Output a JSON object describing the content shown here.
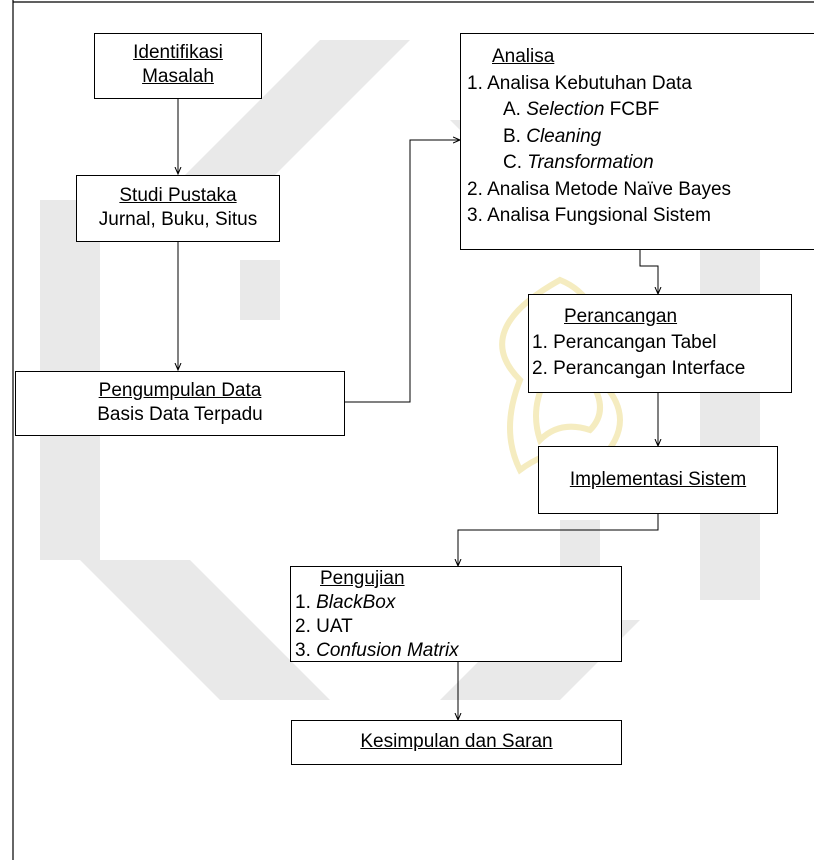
{
  "nodes": {
    "identifikasi": {
      "line1": "Identifikasi",
      "line2": "Masalah"
    },
    "studi": {
      "title": "Studi Pustaka",
      "sub": "Jurnal, Buku, Situs"
    },
    "pengumpulan": {
      "title": "Pengumpulan Data",
      "sub": "Basis Data Terpadu"
    },
    "analisa": {
      "title": "Analisa",
      "item1": "1. Analisa Kebutuhan Data",
      "sub_a_prefix": "A. ",
      "sub_a_italic": "Selection",
      "sub_a_suffix": " FCBF",
      "sub_b_prefix": "B. ",
      "sub_b_italic": "Cleaning",
      "sub_c_prefix": "C. ",
      "sub_c_italic": "Transformation",
      "item2": "2. Analisa Metode Naïve Bayes",
      "item3": "3. Analisa Fungsional Sistem"
    },
    "perancangan": {
      "title": "Perancangan",
      "item1": "1. Perancangan Tabel",
      "item2": "2. Perancangan Interface"
    },
    "implementasi": {
      "title": "Implementasi Sistem"
    },
    "pengujian": {
      "title": "Pengujian",
      "item1_prefix": "1. ",
      "item1_italic": "BlackBox",
      "item2": "2. UAT",
      "item3_prefix": "3. ",
      "item3_italic": "Confusion Matrix"
    },
    "kesimpulan": {
      "title": "Kesimpulan dan Saran"
    }
  }
}
